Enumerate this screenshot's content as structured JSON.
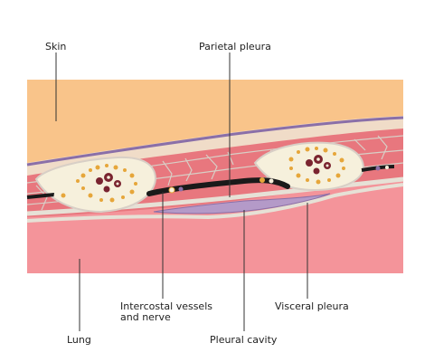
{
  "labels": {
    "skin": "Skin",
    "parietal_pleura": "Parietal pleura",
    "intercostal_line1": "Intercostal vessels",
    "intercostal_line2": "and nerve",
    "visceral_pleura": "Visceral pleura",
    "lung": "Lung",
    "pleural_cavity": "Pleural cavity"
  },
  "colors": {
    "skin": "#f9c48a",
    "fat_layer": "#f0dcc8",
    "purple_border": "#8a6fa8",
    "muscle": "#e8777e",
    "fascia_line": "#d8cfc6",
    "rib_fill": "#f6f0dc",
    "marrow_dot": "#e6a63a",
    "lung": "#f4949a",
    "pleural_cavity": "#b49ac8",
    "pleura_membrane": "#e6e1d6",
    "vessel_dark": "#1a1a1a",
    "leader_line": "#333333"
  }
}
